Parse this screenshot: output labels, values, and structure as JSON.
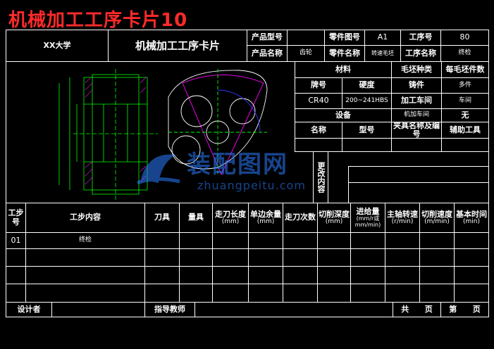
{
  "title": "机械加工工序卡片10",
  "header": {
    "school": "XX大学",
    "card_title": "机械加工工序卡片",
    "product_model_label": "产品型号",
    "product_model_value": "",
    "part_no_label": "零件图号",
    "part_no_value": "A1",
    "process_no_label": "工序号",
    "process_no_value": "80",
    "product_name_label": "产品名称",
    "product_name_value": "齿轮",
    "part_name_label": "零件名称",
    "part_name_value": "转速毛坯",
    "process_name_label": "工序名称",
    "process_name_value": "终检"
  },
  "right_panel": {
    "material_label": "材料",
    "blank_type_label": "毛坯种类",
    "parts_per_blank_label": "每毛坯件数",
    "grade_label": "牌号",
    "hardness_label": "硬度",
    "blank_type_value": "铸件",
    "parts_value": "多件",
    "grade_value": "CR40",
    "hardness_value": "200~241HBS",
    "workshop_label": "加工车间",
    "workshop_value": "车间",
    "equipment_label": "设备",
    "equipment_workshop_label": "机加车间",
    "equipment_workshop_value": "无",
    "name_label": "名称",
    "model_label": "型号",
    "fixture_label": "夹具名称及编号",
    "aux_tool_label": "辅助工具",
    "change_label": "更改内容"
  },
  "table": {
    "headers": {
      "step_no": "工步号",
      "content": "工步内容",
      "tool": "刀具",
      "gauge": "量具",
      "feed_length": "走刀长度",
      "feed_length_unit": "(mm)",
      "allowance": "单边余量",
      "allowance_unit": "(mm)",
      "passes": "走刀次数",
      "depth": "切削深度",
      "depth_unit": "(mm)",
      "feed": "进给量",
      "feed_unit": "(mm/r或mm/min)",
      "spindle": "主轴转速",
      "spindle_unit": "(r/min)",
      "speed": "切削速度",
      "speed_unit": "(m/min)",
      "time": "基本时间",
      "time_unit": "(min)"
    },
    "rows": [
      {
        "no": "01",
        "content": "终检"
      }
    ]
  },
  "footer": {
    "designer_label": "设计者",
    "advisor_label": "指导教师",
    "total_label": "共",
    "page_label": "页",
    "sheet_label": "第",
    "sheet_page_label": "页"
  },
  "watermark": {
    "brand": "装配图网",
    "url": "zhuangpeitu.com"
  },
  "colors": {
    "background": "#000000",
    "lines": "#ffffff",
    "title": "#ff2a2a",
    "drawing_green": "#00ff00",
    "drawing_magenta": "#ff00ff",
    "drawing_blue": "#3333ff",
    "watermark": "#2a7cff"
  }
}
